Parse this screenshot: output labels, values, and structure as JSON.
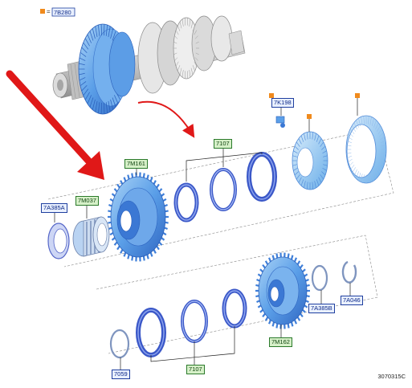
{
  "legend": {
    "equals": "=",
    "part": "7B280"
  },
  "labels": {
    "k198": "7K198",
    "p7107_top": "7107",
    "m161": "7M161",
    "a385a": "7A385A",
    "m037": "7M037",
    "m162": "7M162",
    "a385b": "7A385B",
    "a046": "7A046",
    "p7059": "7059",
    "p7107_bottom": "7107"
  },
  "figure_ref": "3070315C",
  "colors": {
    "part_blue": "#4f93e6",
    "part_blue_dark": "#2f66c2",
    "part_light": "#8ec0f0",
    "ring_dark": "#3b58c8",
    "accent_red": "#e01818",
    "accent_orange": "#f08a1c"
  }
}
